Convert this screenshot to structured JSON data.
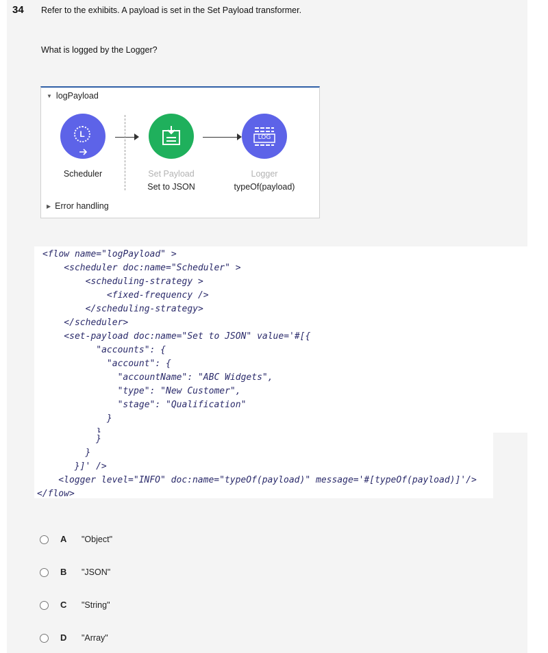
{
  "question": {
    "number": "34",
    "text": "Refer to the exhibits. A payload is set in the Set Payload transformer.",
    "ask": "What is logged by the Logger?"
  },
  "flow_diagram": {
    "title": "logPayload",
    "components": [
      {
        "name": "Scheduler",
        "subtitle": "",
        "icon": "clock-icon",
        "color": "#5d63e8"
      },
      {
        "name": "Set Payload",
        "subtitle": "Set to JSON",
        "icon": "set-payload-icon",
        "color": "#1fb05c"
      },
      {
        "name": "Logger",
        "subtitle": "typeOf(payload)",
        "icon": "log-icon",
        "color": "#5d63e8"
      }
    ],
    "error_handling": "Error handling",
    "logger_icon_text": "LOG"
  },
  "code": {
    "lines": [
      "<flow name=\"logPayload\" >",
      "    <scheduler doc:name=\"Scheduler\" >",
      "        <scheduling-strategy >",
      "            <fixed-frequency />",
      "        </scheduling-strategy>",
      "    </scheduler>",
      "    <set-payload doc:name=\"Set to JSON\" value='#[{",
      "          \"accounts\": {",
      "            \"account\": {",
      "              \"accountName\": \"ABC Widgets\",",
      "              \"type\": \"New Customer\",",
      "              \"stage\": \"Qualification\"",
      "            }",
      "          }"
    ],
    "lines_bottom": [
      "           }",
      "         }",
      "       }]' />",
      "    <logger level=\"INFO\" doc:name=\"typeOf(payload)\" message='#[typeOf(payload)]'/>",
      "</flow>"
    ]
  },
  "options": [
    {
      "letter": "A",
      "text": "\"Object\""
    },
    {
      "letter": "B",
      "text": "\"JSON\""
    },
    {
      "letter": "C",
      "text": "\"String\""
    },
    {
      "letter": "D",
      "text": "\"Array\""
    }
  ]
}
